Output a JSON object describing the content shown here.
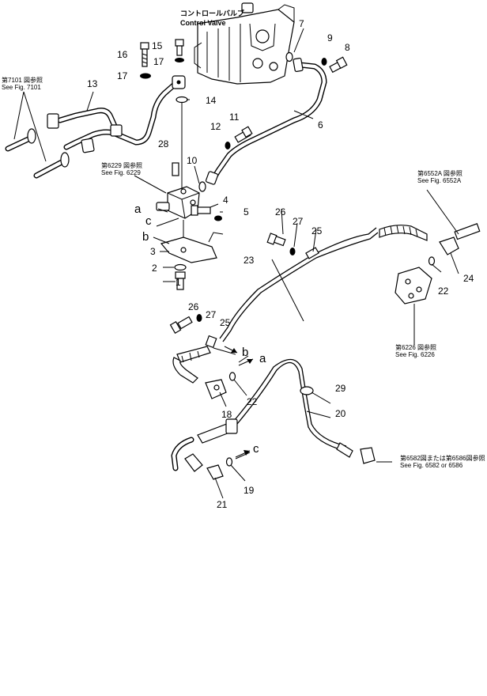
{
  "control_valve": {
    "label_jp": "コントロールバルブ",
    "label_en": "Control Valve"
  },
  "references": [
    {
      "id": "ref-7101",
      "jp": "第7101 図参照",
      "en": "See Fig. 7101"
    },
    {
      "id": "ref-6229",
      "jp": "第6229 図参照",
      "en": "See Fig. 6229"
    },
    {
      "id": "ref-6552a",
      "jp": "第6552A 図参照",
      "en": "See Fig. 6552A"
    },
    {
      "id": "ref-6226",
      "jp": "第6226 図参照",
      "en": "See Fig. 6226"
    },
    {
      "id": "ref-6582",
      "jp": "第6582図または第6586図参照",
      "en": "See Fig. 6582 or 6586"
    }
  ],
  "part_numbers": [
    "1",
    "2",
    "3",
    "4",
    "5",
    "6",
    "7",
    "8",
    "9",
    "10",
    "11",
    "12",
    "13",
    "14",
    "15",
    "16",
    "17",
    "17",
    "18",
    "19",
    "20",
    "21",
    "22",
    "22",
    "23",
    "24",
    "25",
    "25",
    "26",
    "26",
    "27",
    "27",
    "28",
    "29"
  ],
  "connection_letters": [
    "a",
    "b",
    "c",
    "a",
    "b",
    "c"
  ]
}
